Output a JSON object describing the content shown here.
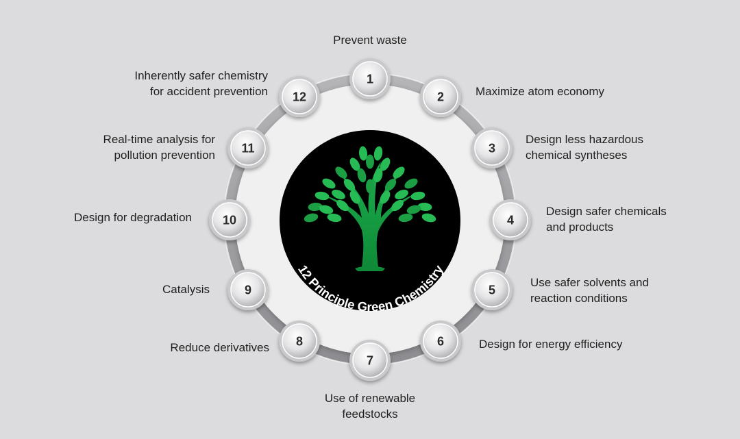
{
  "center": {
    "title": "12 Principle Green Chemistry",
    "emblem_icon": "tree-icon",
    "emblem_color": "#000000",
    "tree_color": "#1aa64a",
    "title_color": "#ffffff"
  },
  "colors": {
    "background": "#dcdcde",
    "ring": "#9e9e9e",
    "inner_disc": "#f0f0f0",
    "node_text": "#2b2b2b",
    "label_text": "#1f1f1f"
  },
  "principles": [
    {
      "number": "1",
      "lines": [
        "Prevent waste"
      ]
    },
    {
      "number": "2",
      "lines": [
        "Maximize atom economy"
      ]
    },
    {
      "number": "3",
      "lines": [
        "Design less hazardous",
        "chemical syntheses"
      ]
    },
    {
      "number": "4",
      "lines": [
        "Design safer chemicals",
        "and products"
      ]
    },
    {
      "number": "5",
      "lines": [
        "Use safer solvents and",
        "reaction conditions"
      ]
    },
    {
      "number": "6",
      "lines": [
        "Design for energy efficiency"
      ]
    },
    {
      "number": "7",
      "lines": [
        "Use of renewable",
        "feedstocks"
      ]
    },
    {
      "number": "8",
      "lines": [
        "Reduce derivatives"
      ]
    },
    {
      "number": "9",
      "lines": [
        "Catalysis"
      ]
    },
    {
      "number": "10",
      "lines": [
        "Design for degradation"
      ]
    },
    {
      "number": "11",
      "lines": [
        "Real-time analysis for",
        "pollution prevention"
      ]
    },
    {
      "number": "12",
      "lines": [
        "Inherently safer chemistry",
        "for accident prevention"
      ]
    }
  ]
}
